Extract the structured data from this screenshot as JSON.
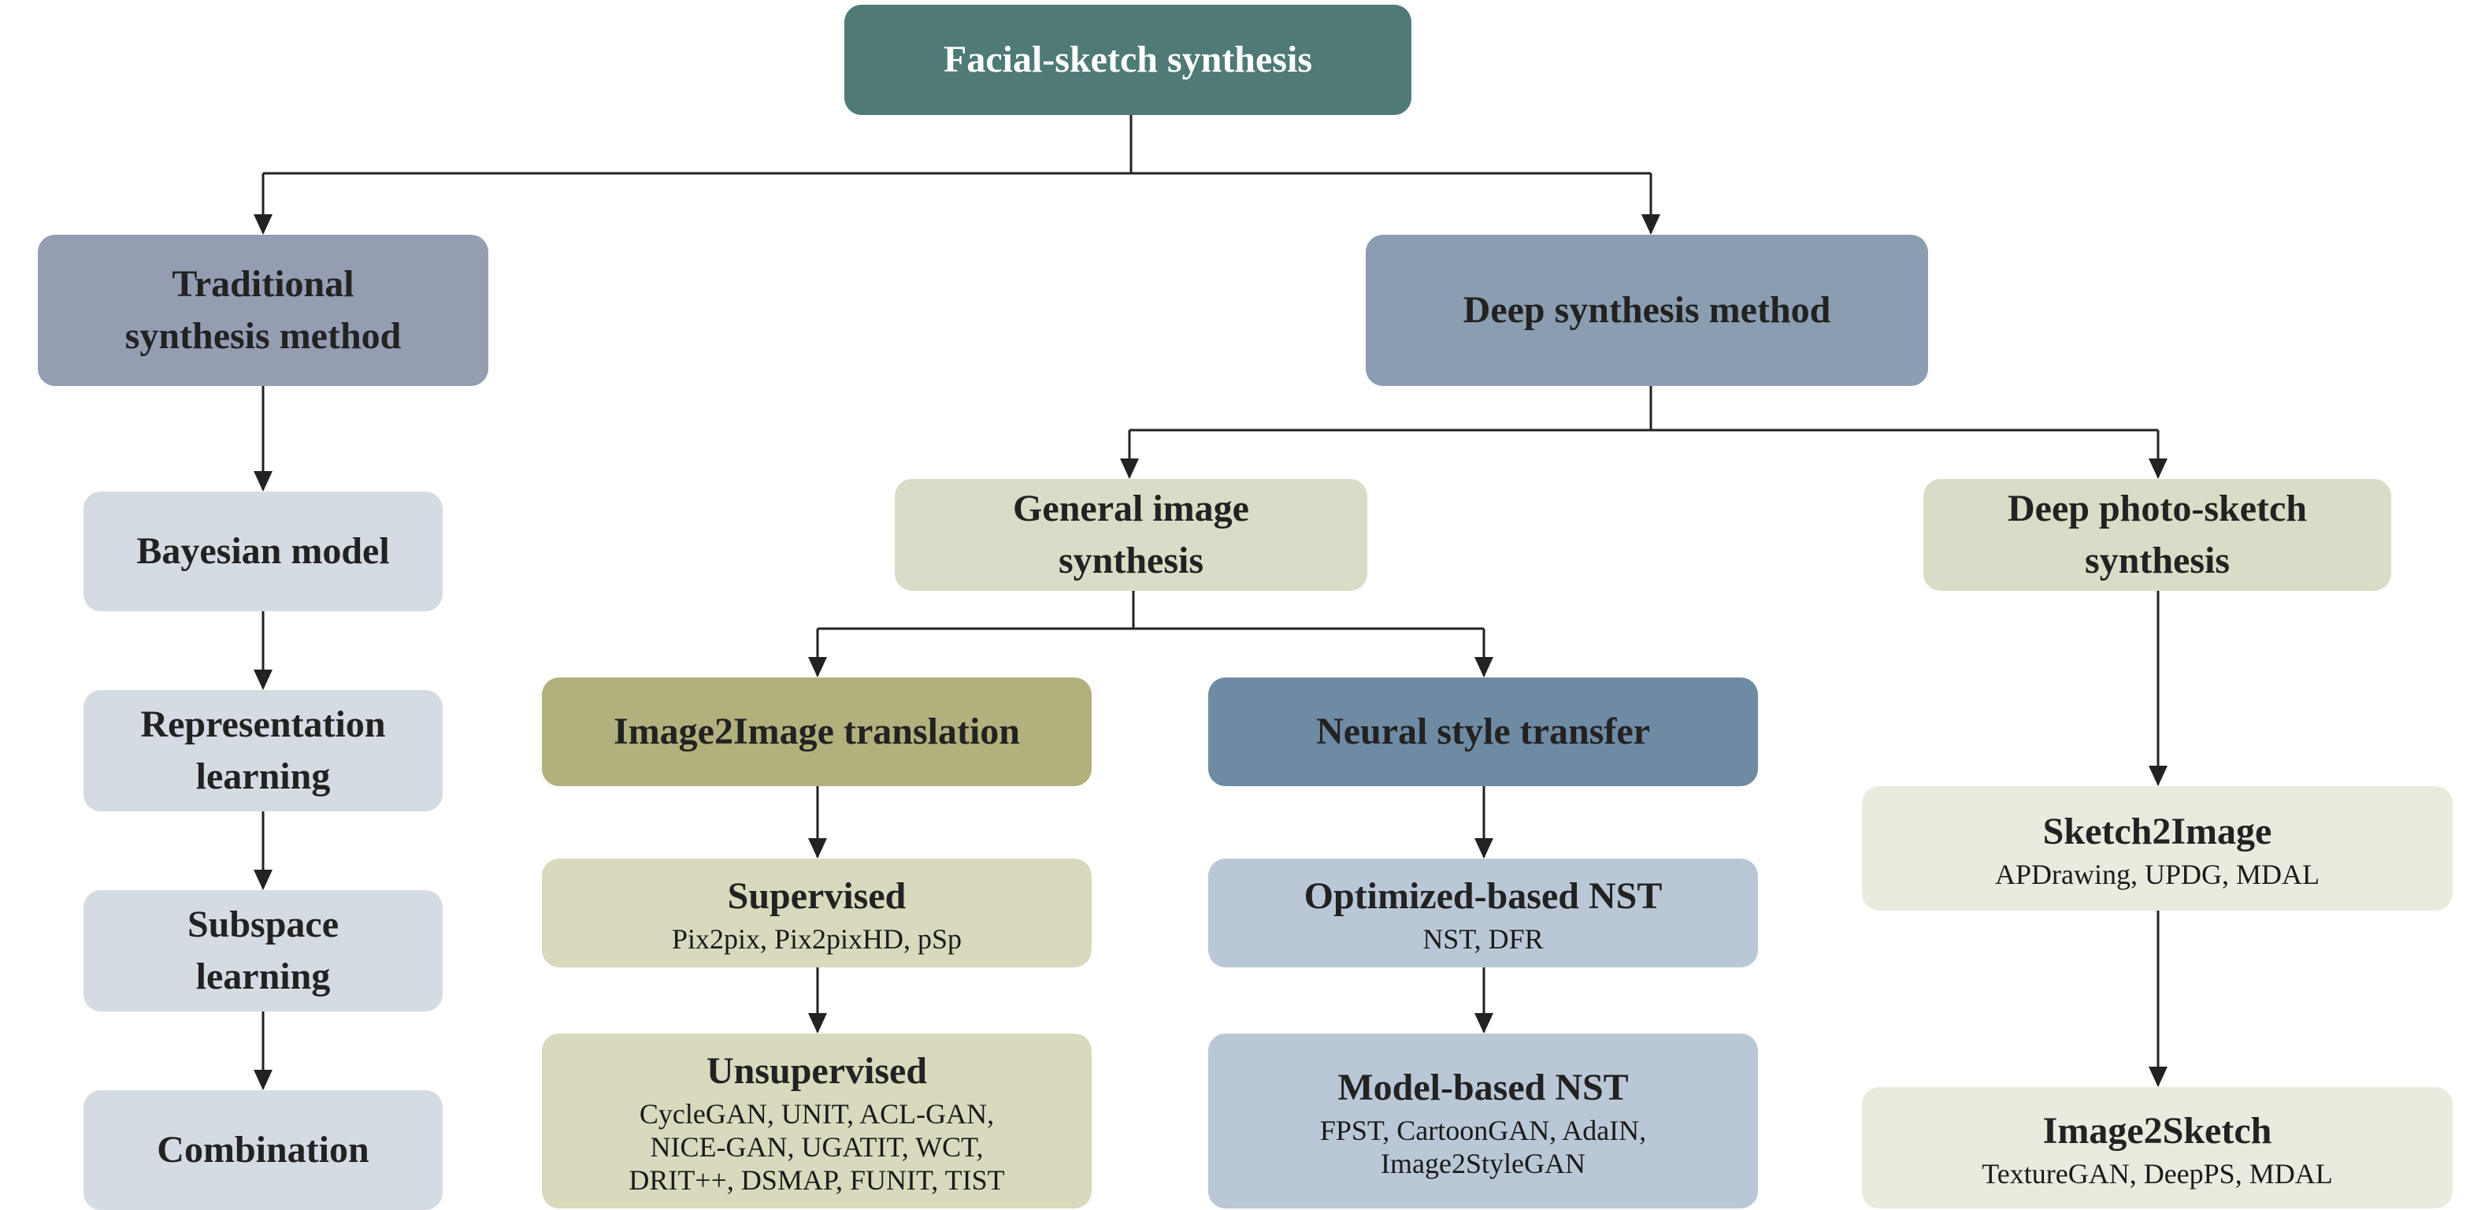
{
  "colors": {
    "root": "#4f7a76",
    "branch": "#949db2",
    "deep": "#8b9db0",
    "traditional_item": "#d5dbe3",
    "general": "#d9dcc6",
    "image2image": "#b2b07d",
    "nst": "#6f8aa3",
    "i2i_item": "#d8d9bd",
    "nst_item": "#bac7d6",
    "photo_sketch_item": "#e8ecdf",
    "line": "#222222"
  },
  "nodes": {
    "root": {
      "title": "Facial-sketch synthesis"
    },
    "traditional": {
      "title": "Traditional\nsynthesis method"
    },
    "deep": {
      "title": "Deep synthesis method"
    },
    "bayesian": {
      "title": "Bayesian model"
    },
    "representation": {
      "title": "Representation\nlearning"
    },
    "subspace": {
      "title": "Subspace\nlearning"
    },
    "combination": {
      "title": "Combination"
    },
    "general": {
      "title": "General image\nsynthesis"
    },
    "photo_sketch": {
      "title": "Deep photo-sketch\nsynthesis"
    },
    "image2image": {
      "title": "Image2Image translation"
    },
    "nst": {
      "title": "Neural style transfer"
    },
    "supervised": {
      "title": "Supervised",
      "methods": "Pix2pix, Pix2pixHD, pSp"
    },
    "unsupervised": {
      "title": "Unsupervised",
      "methods": "CycleGAN, UNIT, ACL-GAN,\nNICE-GAN, UGATIT, WCT,\nDRIT++, DSMAP, FUNIT, TIST"
    },
    "optimized_nst": {
      "title": "Optimized-based NST",
      "methods": "NST, DFR"
    },
    "model_nst": {
      "title": "Model-based NST",
      "methods": "FPST, CartoonGAN, AdaIN,\nImage2StyleGAN"
    },
    "sketch2image": {
      "title": "Sketch2Image",
      "methods": "APDrawing, UPDG, MDAL"
    },
    "image2sketch": {
      "title": "Image2Sketch",
      "methods": "TextureGAN, DeepPS, MDAL"
    }
  }
}
